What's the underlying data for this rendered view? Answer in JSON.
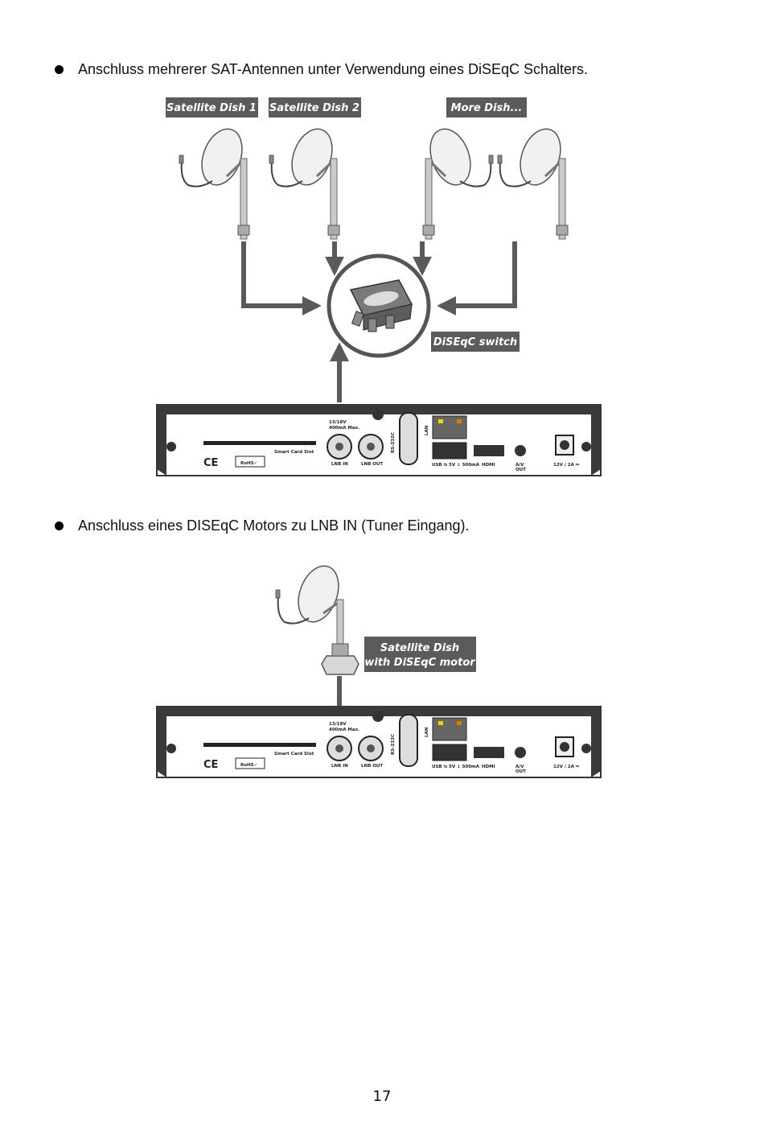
{
  "bullets": [
    "Anschluss mehrerer SAT-Antennen unter Verwendung eines DiSEqC Schalters.",
    "Anschluss eines DISEqC Motors zu LNB IN (Tuner Eingang)."
  ],
  "diagram1": {
    "dish_labels": [
      "Satellite Dish 1",
      "Satellite Dish 2",
      "More Dish..."
    ],
    "switch_label": "DiSEqC switch"
  },
  "diagram2": {
    "motor_label_line1": "Satellite Dish",
    "motor_label_line2": "with DiSEqC motor"
  },
  "receiver": {
    "smart_card": "Smart Card Slot",
    "lnb_in": "LNB IN",
    "lnb_out": "LNB OUT",
    "lnb_spec_1": "13/18V",
    "lnb_spec_2": "400mA Max.",
    "rs232": "RS-232C",
    "lan": "LAN",
    "usb": "USB ⇆ 5V ↓ 500mA",
    "hdmi": "HDMI",
    "av_out_1": "A/V",
    "av_out_2": "OUT",
    "power": "12V / 2A ⎓",
    "ce": "CE",
    "rohs": "RoHS✓"
  },
  "page_number": "17"
}
